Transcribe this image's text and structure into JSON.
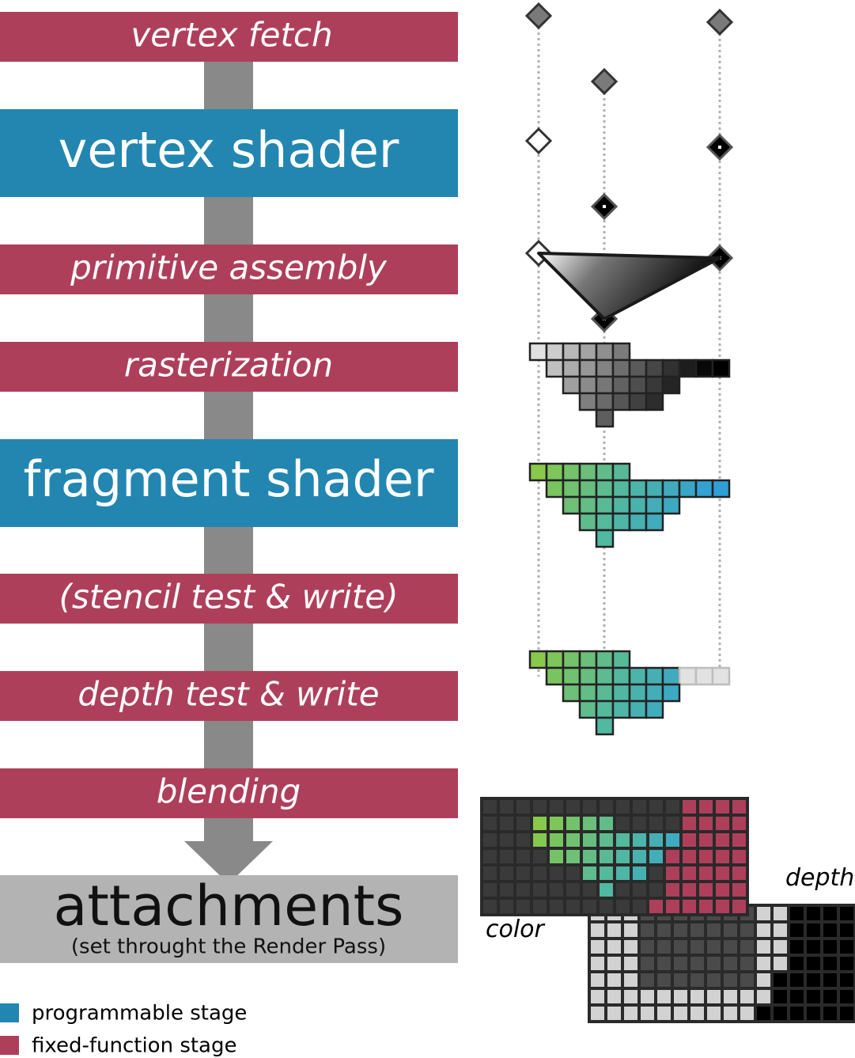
{
  "colors": {
    "fixed": "#AE3F5B",
    "programmable": "#2286B1",
    "attachments": "#B3B3B3",
    "arrow": "#898989"
  },
  "stages": [
    {
      "key": "vertex-fetch",
      "label": "vertex fetch",
      "kind": "fixed"
    },
    {
      "key": "vertex-shader",
      "label": "vertex shader",
      "kind": "programmable"
    },
    {
      "key": "primitive-assembly",
      "label": "primitive assembly",
      "kind": "fixed"
    },
    {
      "key": "rasterization",
      "label": "rasterization",
      "kind": "fixed"
    },
    {
      "key": "fragment-shader",
      "label": "fragment shader",
      "kind": "programmable"
    },
    {
      "key": "stencil-test",
      "label": "(stencil test & write)",
      "kind": "fixed"
    },
    {
      "key": "depth-test",
      "label": "depth test & write",
      "kind": "fixed"
    },
    {
      "key": "blending",
      "label": "blending",
      "kind": "fixed"
    }
  ],
  "attachments": {
    "title": "attachments",
    "subtitle": "(set throught the Render Pass)"
  },
  "labels": {
    "color": "color",
    "depth": "depth"
  },
  "legend": [
    {
      "label": "programmable stage",
      "color": "#2286B1"
    },
    {
      "label": "fixed-function stage",
      "color": "#AE3F5B"
    }
  ]
}
